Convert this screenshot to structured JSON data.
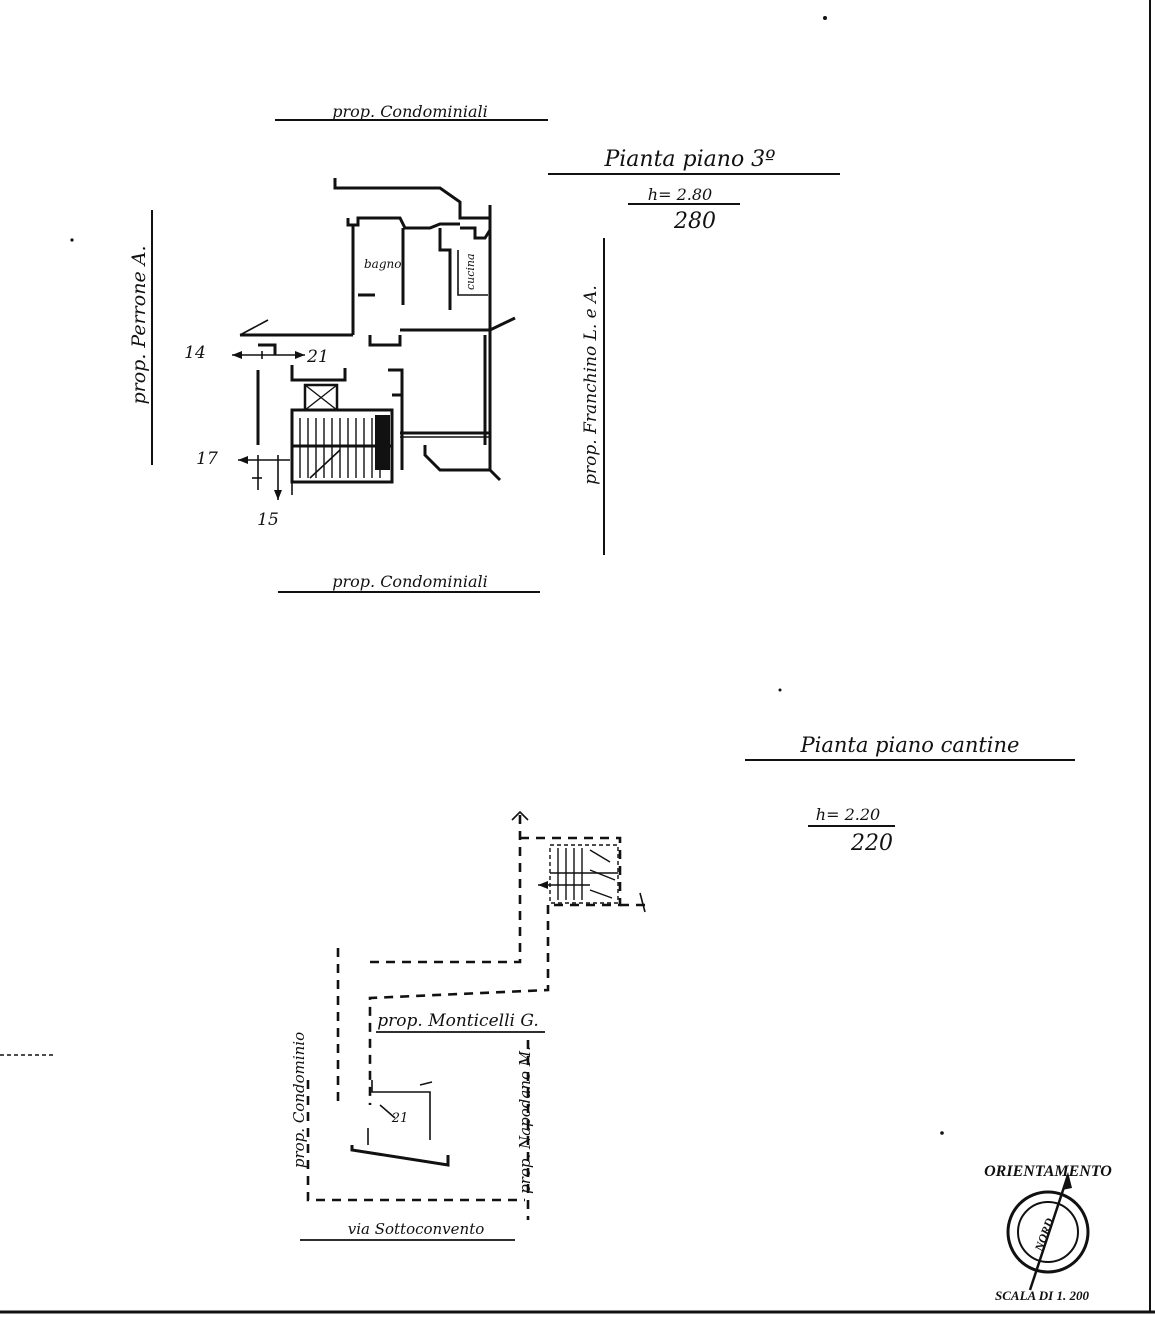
{
  "plan_upper": {
    "title": "Pianta piano 3º",
    "height_label": "h= 2.80",
    "height_value": "280",
    "room_labels": {
      "bath": "bagno",
      "kitchen": "cucina"
    },
    "dimensions": [
      "14",
      "21",
      "17",
      "15"
    ],
    "neighbors": {
      "top": "prop. Condominiali",
      "bottom": "prop. Condominiali",
      "left": "prop. Perrone A.",
      "right": "prop. Franchino L. e A."
    }
  },
  "plan_cellar": {
    "title": "Pianta piano cantine",
    "height_label": "h= 2.20",
    "height_value": "220",
    "unit_number": "21",
    "neighbors": {
      "inner_top": "prop. Monticelli G.",
      "right": "prop. Napodano M.",
      "left": "prop. Condominio",
      "bottom": "via Sottoconvento"
    }
  },
  "orientation": {
    "title": "ORIENTAMENTO",
    "north_label": "NORD",
    "scale": "SCALA DI 1. 200"
  }
}
